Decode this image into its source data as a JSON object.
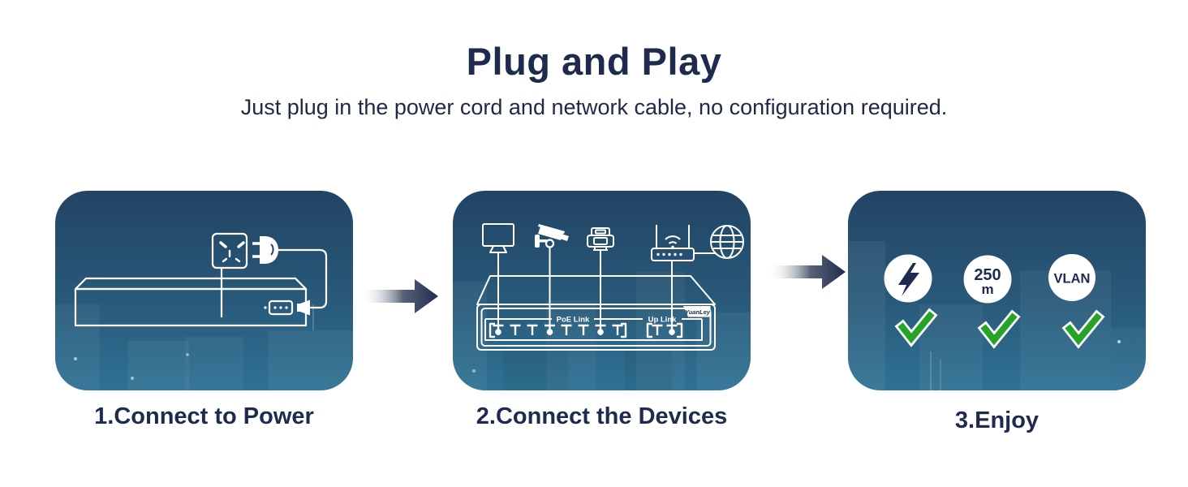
{
  "header": {
    "title": "Plug and Play",
    "subtitle": "Just plug in the power cord and network cable, no configuration required."
  },
  "steps": [
    {
      "caption": "1.Connect to Power",
      "icons": [
        "power-outlet-icon",
        "power-plug-icon",
        "power-cable",
        "switch-rear-icon"
      ]
    },
    {
      "caption": "2.Connect the Devices",
      "icons": [
        "monitor-icon",
        "cctv-camera-icon",
        "printer-icon",
        "wifi-router-icon",
        "internet-globe-icon",
        "poe-switch-icon"
      ],
      "switch": {
        "poe_label": "PoE Link",
        "uplink_label": "Up Link",
        "brand": "YuanLey"
      }
    },
    {
      "caption": "3.Enjoy",
      "badges": [
        {
          "icon": "lightning-bolt-icon"
        },
        {
          "icon": "distance-badge",
          "line1": "250",
          "line2": "m"
        },
        {
          "icon": "vlan-badge",
          "label": "VLAN"
        }
      ],
      "check_icon": "green-checkmark-icon"
    }
  ],
  "colors": {
    "navy": "#1e2b4e",
    "panel_gradient_top": "#224464",
    "panel_gradient_bottom": "#2f7294",
    "check_green": "#27a427",
    "line_white": "#ffffff"
  }
}
